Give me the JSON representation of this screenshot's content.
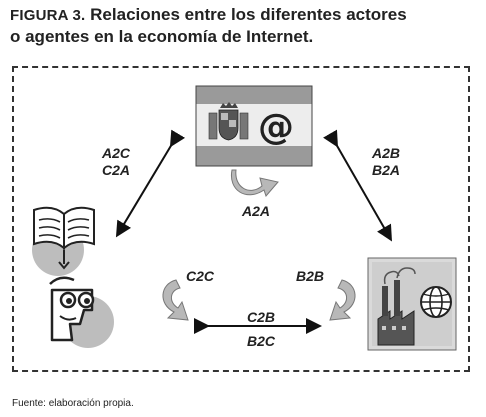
{
  "figure": {
    "label": "FIGURA 3.",
    "title_line1": "Relaciones entre los diferentes actores",
    "title_line2": "o agentes en la economía de Internet."
  },
  "relations": {
    "left_top": "A2C",
    "left_bottom": "C2A",
    "right_top": "A2B",
    "right_bottom": "B2A",
    "self_admin": "A2A",
    "self_consumer": "C2C",
    "self_business": "B2B",
    "bottom_top": "C2B",
    "bottom_bottom": "B2C"
  },
  "icons": {
    "administration": "spain-flag-with-at-sign-icon",
    "consumer": "open-book-and-person-with-glasses-icon",
    "business": "factory-with-globe-icon"
  },
  "source": "Fuente: elaboración propia."
}
